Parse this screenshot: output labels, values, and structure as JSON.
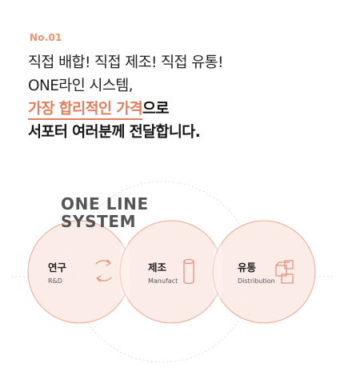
{
  "section": {
    "number": "No.01"
  },
  "headline": {
    "line1": "직접 배합! 직접 제조! 직접 유통!",
    "line2": "ONE라인 시스템,",
    "line3_accent": "가장 합리적인 가격",
    "line3_rest": "으로",
    "line4": "서포터 여러분께 전달합니다."
  },
  "diagram": {
    "title_line1": "ONE LINE",
    "title_line2": "SYSTEM",
    "stages": [
      {
        "ko": "연구",
        "en": "R&D",
        "icon": "cycle-arrows-icon"
      },
      {
        "ko": "제조",
        "en": "Manufact",
        "icon": "cylinder-icon"
      },
      {
        "ko": "유통",
        "en": "Distribution",
        "icon": "boxes-icon"
      }
    ]
  },
  "colors": {
    "accent": "#e07e5d",
    "accent_light": "#e89272",
    "circle_fill": "#fbe9e3",
    "circle_stroke": "#ecaa92",
    "icon_stroke": "#e3957a",
    "dashed": "#d8d8d8"
  }
}
